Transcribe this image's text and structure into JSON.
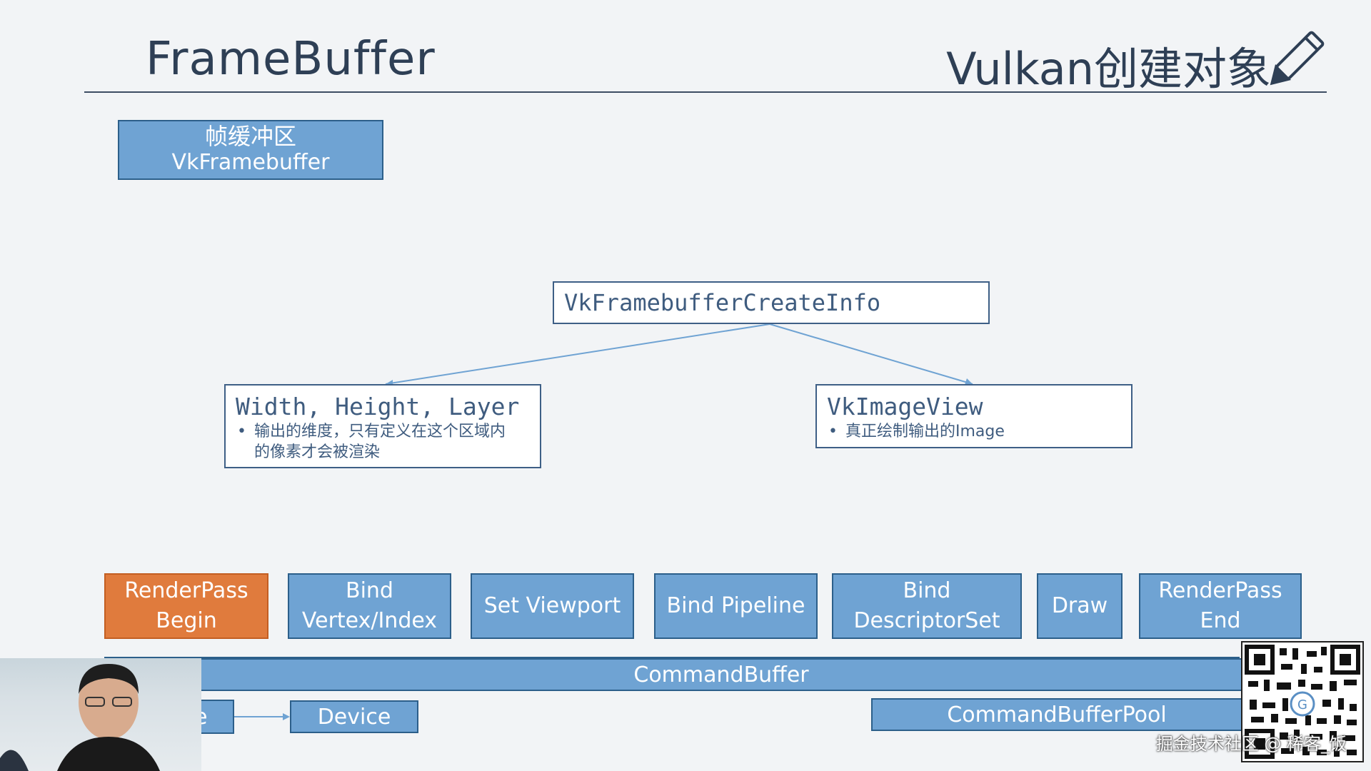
{
  "header": {
    "title": "FrameBuffer",
    "right_title": "Vulkan创建对象"
  },
  "framebuffer_box": {
    "line1": "帧缓冲区",
    "line2": "VkFramebuffer"
  },
  "create_info": {
    "label": "VkFramebufferCreateInfo"
  },
  "dimensions": {
    "title": "Width, Height, Layer",
    "bullet": "输出的维度，只有定义在这个区域内",
    "bullet_cont": "的像素才会被渲染"
  },
  "image_view": {
    "title": "VkImageView",
    "bullet": "真正绘制输出的Image"
  },
  "pipeline_steps": [
    {
      "line1": "RenderPass",
      "line2": "Begin"
    },
    {
      "line1": "Bind",
      "line2": "Vertex/Index"
    },
    {
      "line1": "Set Viewport",
      "line2": ""
    },
    {
      "line1": "Bind Pipeline",
      "line2": ""
    },
    {
      "line1": "Bind",
      "line2": "DescriptorSet"
    },
    {
      "line1": "Draw",
      "line2": ""
    },
    {
      "line1": "RenderPass",
      "line2": "End"
    }
  ],
  "command_buffer": "CommandBuffer",
  "device": "Device",
  "partial_box": "e",
  "command_buffer_pool": "CommandBufferPool",
  "watermark": "掘金技术社区 @ 稀客_饭"
}
